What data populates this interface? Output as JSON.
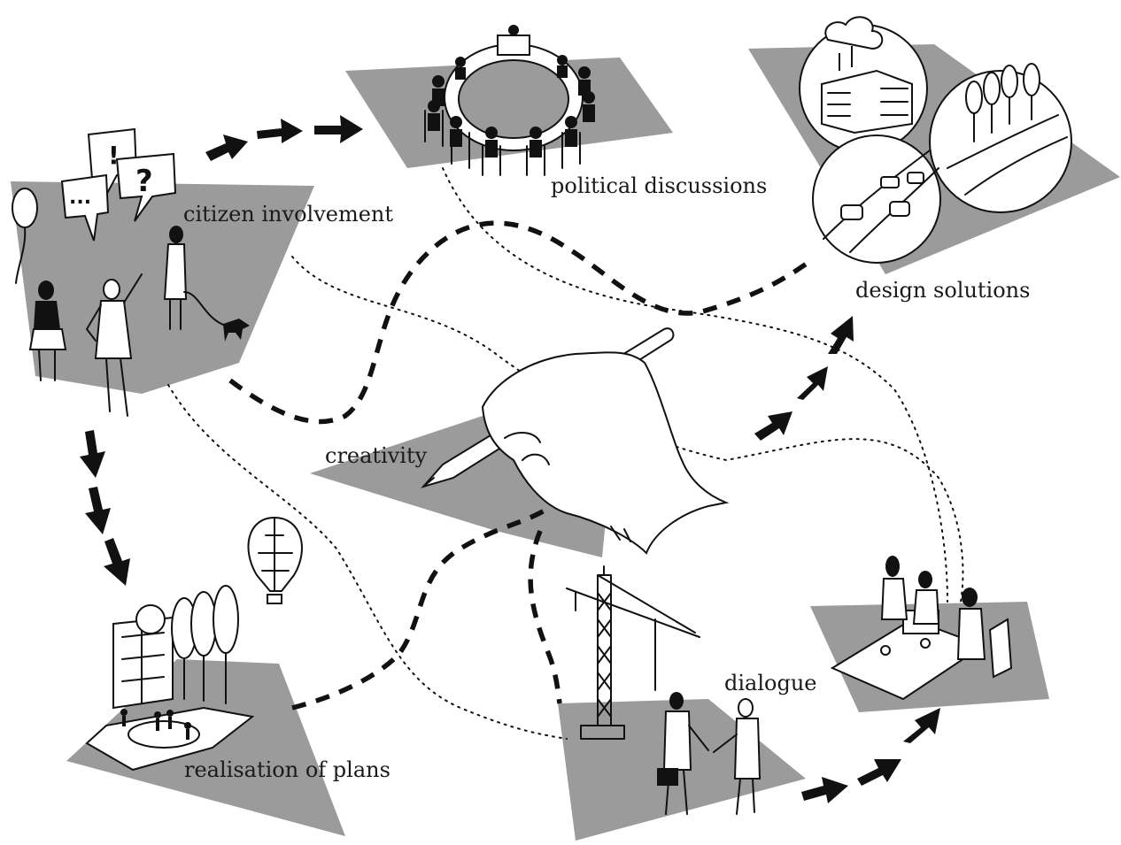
{
  "labels": {
    "citizen_involvement": "citizen involvement",
    "political_discussions": "political discussions",
    "design_solutions": "design solutions",
    "creativity": "creativity",
    "realisation_of_plans": "realisation of plans",
    "dialogue": "dialogue"
  },
  "speech_bubbles": {
    "exclamation": "!",
    "question": "?",
    "ellipsis": "..."
  },
  "colors": {
    "panel": "#9b9b9b",
    "ink": "#111111",
    "background": "#ffffff"
  }
}
